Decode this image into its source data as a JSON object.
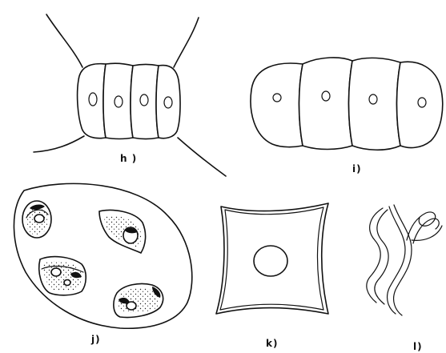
{
  "labels": {
    "h": "h )",
    "i": "i)",
    "j": "j)",
    "k": "k)",
    "l": "l)"
  },
  "ink_color": "#111111",
  "background": "#ffffff"
}
